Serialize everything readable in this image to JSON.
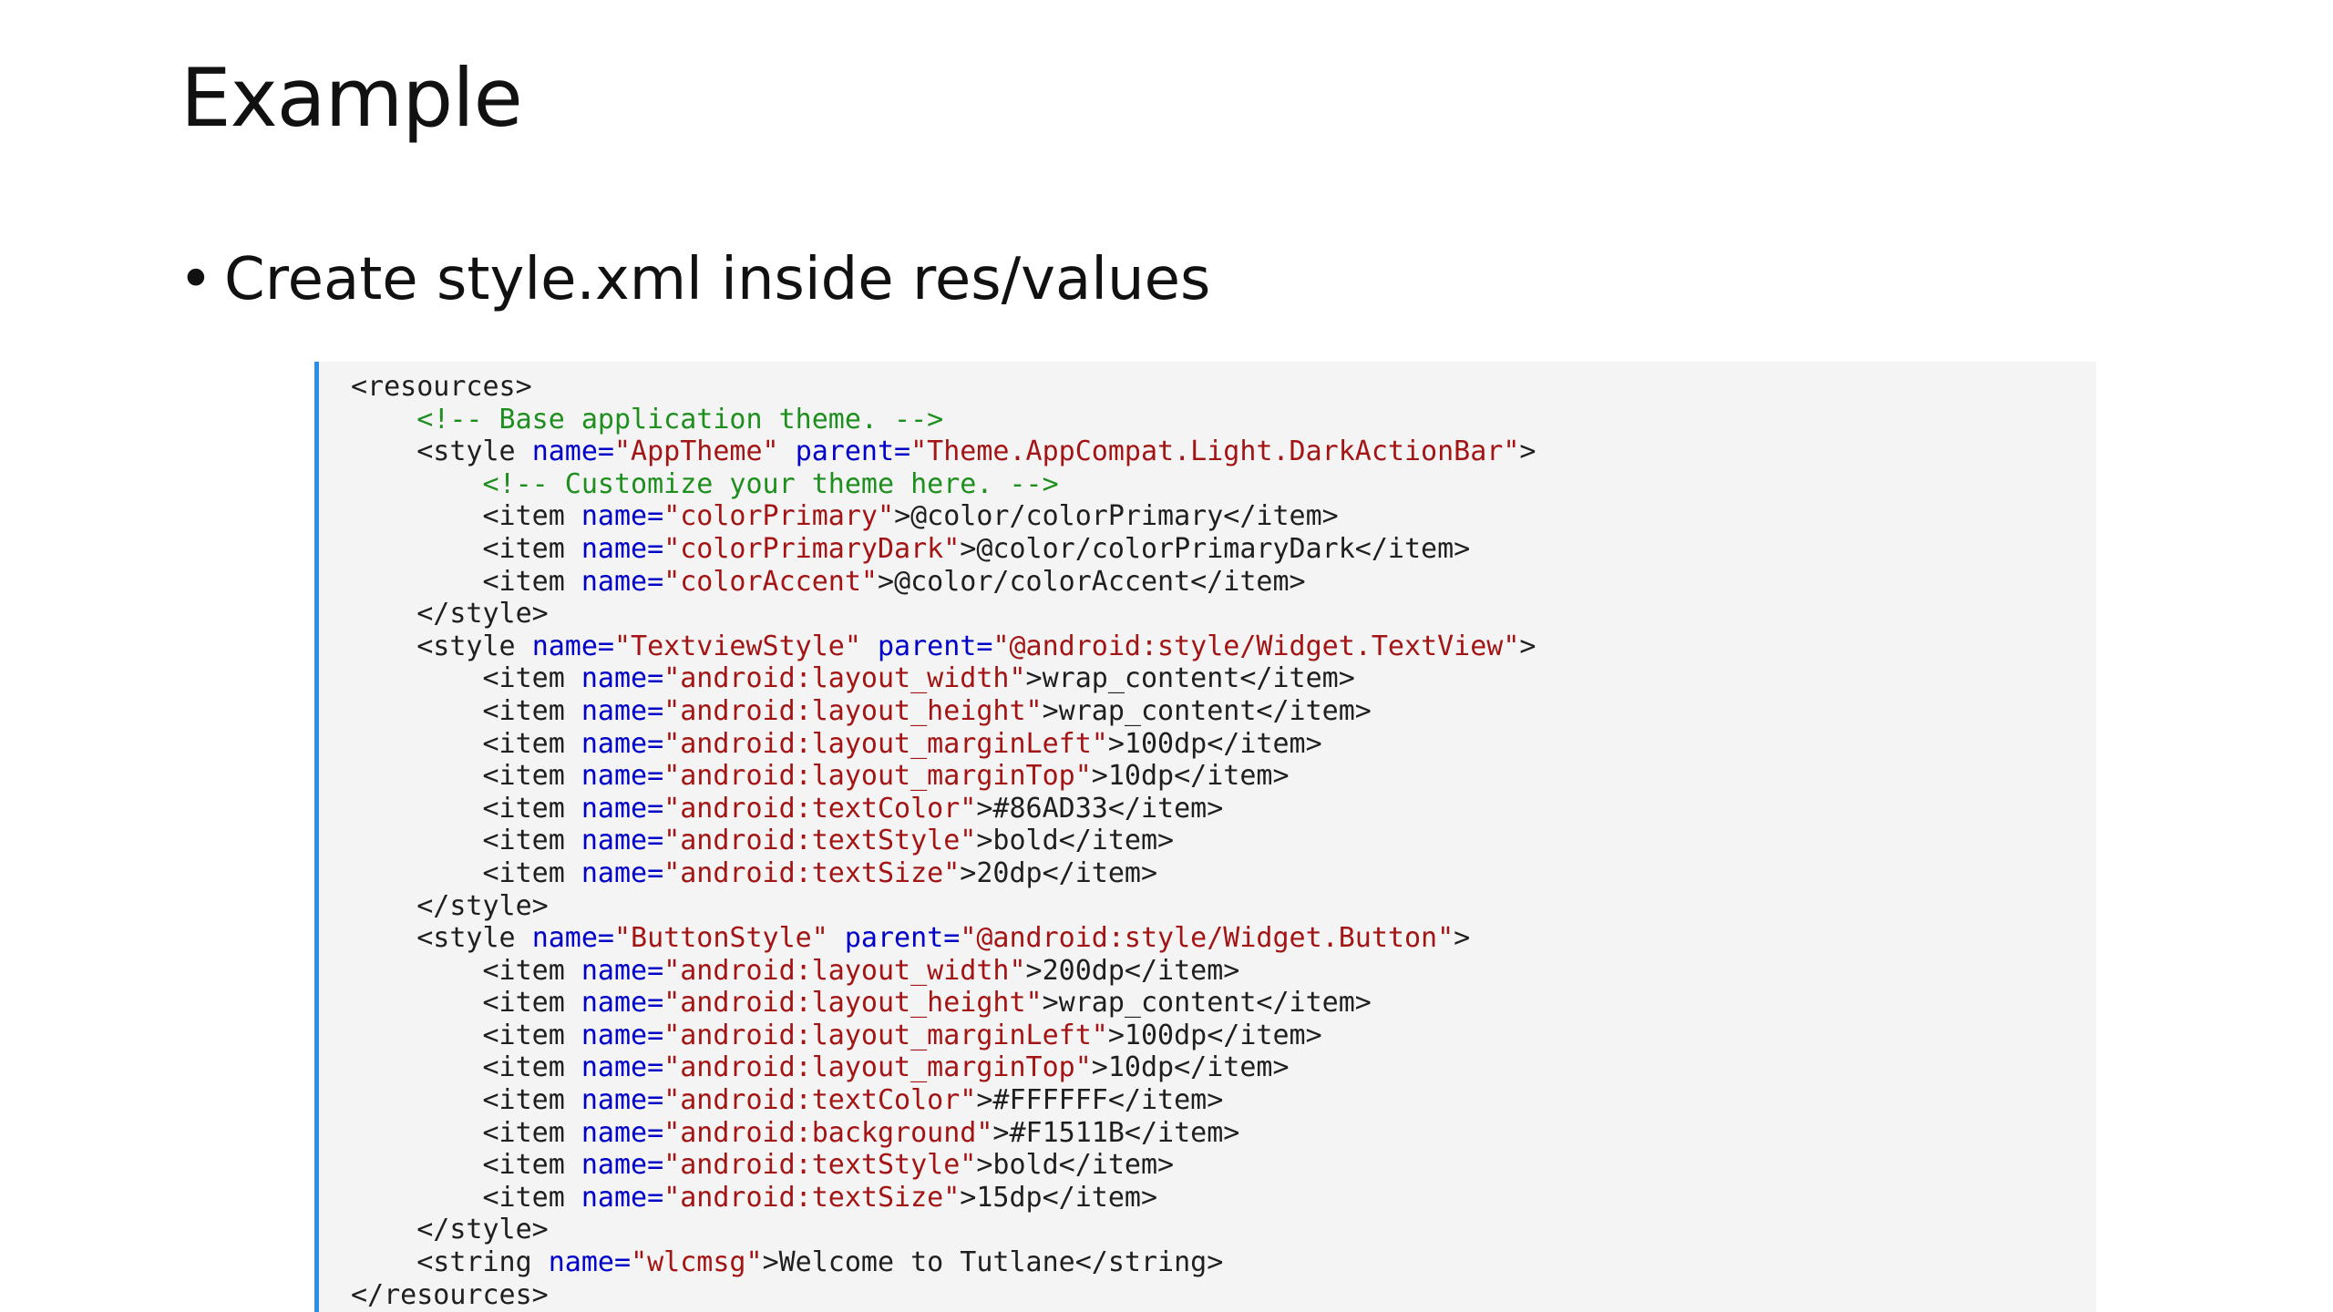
{
  "slide": {
    "title": "Example",
    "bullet_glyph": "•",
    "bullet_text": "Create style.xml inside res/values"
  },
  "colors": {
    "code_background": "#f4f4f4",
    "code_left_border": "#2b8fe6",
    "tag": "#1f1f1f",
    "attribute": "#0000c8",
    "value": "#a31515",
    "comment": "#1e8f1e"
  },
  "code": {
    "lines": [
      [
        [
          "tag",
          "<resources>"
        ]
      ],
      [
        [
          "pad",
          "    "
        ],
        [
          "comment",
          "<!-- Base application theme. -->"
        ]
      ],
      [
        [
          "pad",
          "    "
        ],
        [
          "tag",
          "<style "
        ],
        [
          "attr",
          "name="
        ],
        [
          "val",
          "\"AppTheme\""
        ],
        [
          "tag",
          " "
        ],
        [
          "attr",
          "parent="
        ],
        [
          "val",
          "\"Theme.AppCompat.Light.DarkActionBar\""
        ],
        [
          "tag",
          ">"
        ]
      ],
      [
        [
          "pad",
          "        "
        ],
        [
          "comment",
          "<!-- Customize your theme here. -->"
        ]
      ],
      [
        [
          "pad",
          "        "
        ],
        [
          "tag",
          "<item "
        ],
        [
          "attr",
          "name="
        ],
        [
          "val",
          "\"colorPrimary\""
        ],
        [
          "tag",
          ">"
        ],
        [
          "text",
          "@color/colorPrimary"
        ],
        [
          "tag",
          "</item>"
        ]
      ],
      [
        [
          "pad",
          "        "
        ],
        [
          "tag",
          "<item "
        ],
        [
          "attr",
          "name="
        ],
        [
          "val",
          "\"colorPrimaryDark\""
        ],
        [
          "tag",
          ">"
        ],
        [
          "text",
          "@color/colorPrimaryDark"
        ],
        [
          "tag",
          "</item>"
        ]
      ],
      [
        [
          "pad",
          "        "
        ],
        [
          "tag",
          "<item "
        ],
        [
          "attr",
          "name="
        ],
        [
          "val",
          "\"colorAccent\""
        ],
        [
          "tag",
          ">"
        ],
        [
          "text",
          "@color/colorAccent"
        ],
        [
          "tag",
          "</item>"
        ]
      ],
      [
        [
          "pad",
          "    "
        ],
        [
          "tag",
          "</style>"
        ]
      ],
      [
        [
          "pad",
          "    "
        ],
        [
          "tag",
          "<style "
        ],
        [
          "attr",
          "name="
        ],
        [
          "val",
          "\"TextviewStyle\""
        ],
        [
          "tag",
          " "
        ],
        [
          "attr",
          "parent="
        ],
        [
          "val",
          "\"@android:style/Widget.TextView\""
        ],
        [
          "tag",
          ">"
        ]
      ],
      [
        [
          "pad",
          "        "
        ],
        [
          "tag",
          "<item "
        ],
        [
          "attr",
          "name="
        ],
        [
          "val",
          "\"android:layout_width\""
        ],
        [
          "tag",
          ">"
        ],
        [
          "text",
          "wrap_content"
        ],
        [
          "tag",
          "</item>"
        ]
      ],
      [
        [
          "pad",
          "        "
        ],
        [
          "tag",
          "<item "
        ],
        [
          "attr",
          "name="
        ],
        [
          "val",
          "\"android:layout_height\""
        ],
        [
          "tag",
          ">"
        ],
        [
          "text",
          "wrap_content"
        ],
        [
          "tag",
          "</item>"
        ]
      ],
      [
        [
          "pad",
          "        "
        ],
        [
          "tag",
          "<item "
        ],
        [
          "attr",
          "name="
        ],
        [
          "val",
          "\"android:layout_marginLeft\""
        ],
        [
          "tag",
          ">"
        ],
        [
          "text",
          "100dp"
        ],
        [
          "tag",
          "</item>"
        ]
      ],
      [
        [
          "pad",
          "        "
        ],
        [
          "tag",
          "<item "
        ],
        [
          "attr",
          "name="
        ],
        [
          "val",
          "\"android:layout_marginTop\""
        ],
        [
          "tag",
          ">"
        ],
        [
          "text",
          "10dp"
        ],
        [
          "tag",
          "</item>"
        ]
      ],
      [
        [
          "pad",
          "        "
        ],
        [
          "tag",
          "<item "
        ],
        [
          "attr",
          "name="
        ],
        [
          "val",
          "\"android:textColor\""
        ],
        [
          "tag",
          ">"
        ],
        [
          "text",
          "#86AD33"
        ],
        [
          "tag",
          "</item>"
        ]
      ],
      [
        [
          "pad",
          "        "
        ],
        [
          "tag",
          "<item "
        ],
        [
          "attr",
          "name="
        ],
        [
          "val",
          "\"android:textStyle\""
        ],
        [
          "tag",
          ">"
        ],
        [
          "text",
          "bold"
        ],
        [
          "tag",
          "</item>"
        ]
      ],
      [
        [
          "pad",
          "        "
        ],
        [
          "tag",
          "<item "
        ],
        [
          "attr",
          "name="
        ],
        [
          "val",
          "\"android:textSize\""
        ],
        [
          "tag",
          ">"
        ],
        [
          "text",
          "20dp"
        ],
        [
          "tag",
          "</item>"
        ]
      ],
      [
        [
          "pad",
          "    "
        ],
        [
          "tag",
          "</style>"
        ]
      ],
      [
        [
          "pad",
          "    "
        ],
        [
          "tag",
          "<style "
        ],
        [
          "attr",
          "name="
        ],
        [
          "val",
          "\"ButtonStyle\""
        ],
        [
          "tag",
          " "
        ],
        [
          "attr",
          "parent="
        ],
        [
          "val",
          "\"@android:style/Widget.Button\""
        ],
        [
          "tag",
          ">"
        ]
      ],
      [
        [
          "pad",
          "        "
        ],
        [
          "tag",
          "<item "
        ],
        [
          "attr",
          "name="
        ],
        [
          "val",
          "\"android:layout_width\""
        ],
        [
          "tag",
          ">"
        ],
        [
          "text",
          "200dp"
        ],
        [
          "tag",
          "</item>"
        ]
      ],
      [
        [
          "pad",
          "        "
        ],
        [
          "tag",
          "<item "
        ],
        [
          "attr",
          "name="
        ],
        [
          "val",
          "\"android:layout_height\""
        ],
        [
          "tag",
          ">"
        ],
        [
          "text",
          "wrap_content"
        ],
        [
          "tag",
          "</item>"
        ]
      ],
      [
        [
          "pad",
          "        "
        ],
        [
          "tag",
          "<item "
        ],
        [
          "attr",
          "name="
        ],
        [
          "val",
          "\"android:layout_marginLeft\""
        ],
        [
          "tag",
          ">"
        ],
        [
          "text",
          "100dp"
        ],
        [
          "tag",
          "</item>"
        ]
      ],
      [
        [
          "pad",
          "        "
        ],
        [
          "tag",
          "<item "
        ],
        [
          "attr",
          "name="
        ],
        [
          "val",
          "\"android:layout_marginTop\""
        ],
        [
          "tag",
          ">"
        ],
        [
          "text",
          "10dp"
        ],
        [
          "tag",
          "</item>"
        ]
      ],
      [
        [
          "pad",
          "        "
        ],
        [
          "tag",
          "<item "
        ],
        [
          "attr",
          "name="
        ],
        [
          "val",
          "\"android:textColor\""
        ],
        [
          "tag",
          ">"
        ],
        [
          "text",
          "#FFFFFF"
        ],
        [
          "tag",
          "</item>"
        ]
      ],
      [
        [
          "pad",
          "        "
        ],
        [
          "tag",
          "<item "
        ],
        [
          "attr",
          "name="
        ],
        [
          "val",
          "\"android:background\""
        ],
        [
          "tag",
          ">"
        ],
        [
          "text",
          "#F1511B"
        ],
        [
          "tag",
          "</item>"
        ]
      ],
      [
        [
          "pad",
          "        "
        ],
        [
          "tag",
          "<item "
        ],
        [
          "attr",
          "name="
        ],
        [
          "val",
          "\"android:textStyle\""
        ],
        [
          "tag",
          ">"
        ],
        [
          "text",
          "bold"
        ],
        [
          "tag",
          "</item>"
        ]
      ],
      [
        [
          "pad",
          "        "
        ],
        [
          "tag",
          "<item "
        ],
        [
          "attr",
          "name="
        ],
        [
          "val",
          "\"android:textSize\""
        ],
        [
          "tag",
          ">"
        ],
        [
          "text",
          "15dp"
        ],
        [
          "tag",
          "</item>"
        ]
      ],
      [
        [
          "pad",
          "    "
        ],
        [
          "tag",
          "</style>"
        ]
      ],
      [
        [
          "pad",
          "    "
        ],
        [
          "tag",
          "<string "
        ],
        [
          "attr",
          "name="
        ],
        [
          "val",
          "\"wlcmsg\""
        ],
        [
          "tag",
          ">"
        ],
        [
          "text",
          "Welcome to Tutlane"
        ],
        [
          "tag",
          "</string>"
        ]
      ],
      [
        [
          "tag",
          "</resources>"
        ]
      ]
    ]
  }
}
